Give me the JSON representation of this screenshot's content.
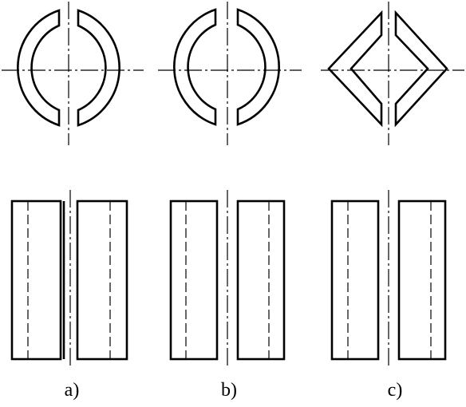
{
  "figure": {
    "panels": [
      {
        "id": "a",
        "label": "a)",
        "top_view": "split-ring",
        "front_view": "two-rectangles-adjacent"
      },
      {
        "id": "b",
        "label": "b)",
        "top_view": "split-ring",
        "front_view": "two-rectangles-gap"
      },
      {
        "id": "c",
        "label": "c)",
        "top_view": "split-square-ring",
        "front_view": "two-rectangles-gap"
      }
    ],
    "colors": {
      "line": "#000000",
      "background": "#ffffff"
    }
  }
}
